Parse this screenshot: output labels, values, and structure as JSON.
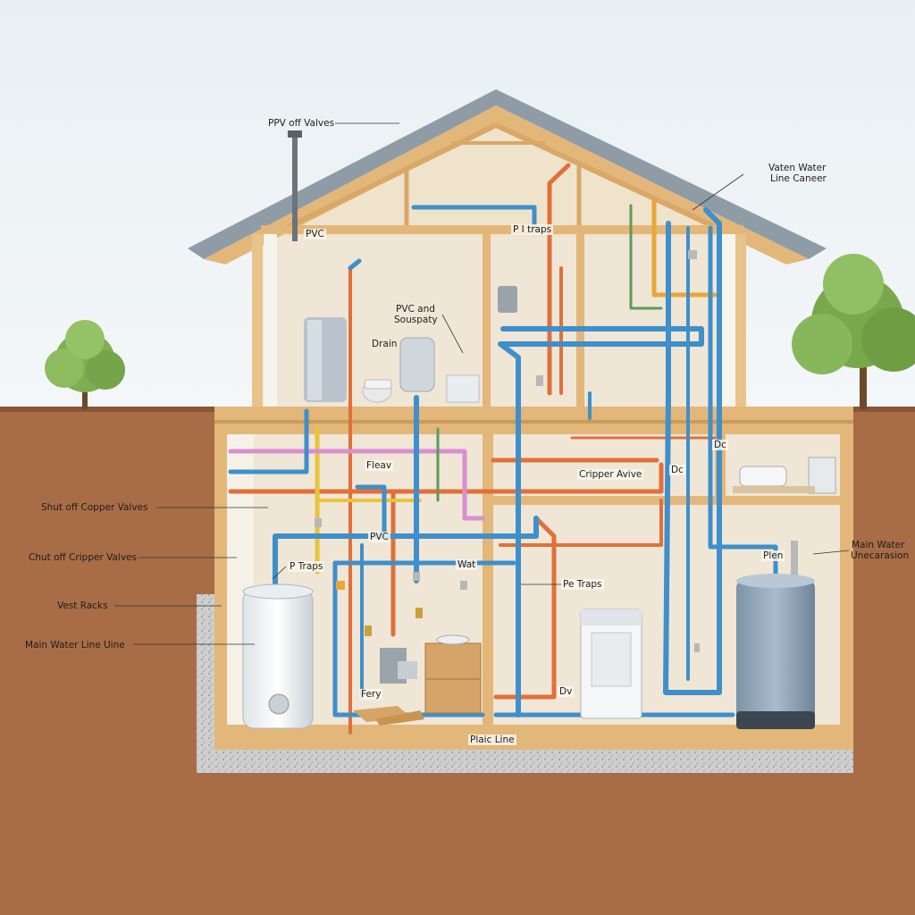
{
  "labels": {
    "pvf_off_valves": "PPV off Valves",
    "vaten_water": "Vaten Water",
    "line_caneer": "Line Caneer",
    "pvc_attic": "PVC",
    "p_traps_attic": "P I traps",
    "pvc_and": "PVC and",
    "souspaty": "Souspaty",
    "drain": "Drain",
    "fleav": "Fleav",
    "cripper_avive": "Cripper Avive",
    "dc_a": "Dc",
    "dc_b": "Dc",
    "shut_off_copper": "Shut off Copper Valves",
    "chut_off_cripper": "Chut off Cripper Valves",
    "pvc_basement": "PVC",
    "p_traps_basement": "P Traps",
    "wat": "Wat",
    "pe_traps": "Pe Traps",
    "main_water": "Main Water",
    "unecarasion": "Unecarasion",
    "plen": "Plen",
    "vest_racks": "Vest Racks",
    "main_water_line": "Main Water Line Uine",
    "fery": "Fery",
    "dv": "Dv",
    "plaic_line": "Plaic Line"
  },
  "colors": {
    "sky": "#eef3f5",
    "soil": "#a86d47",
    "roof": "#8f9ca6",
    "wood": "#e3b77a",
    "wall": "#efe6d6",
    "pipe_blue": "#3f8fcb",
    "pipe_orange": "#e0703a",
    "pipe_yellow": "#e9c33a",
    "pipe_pink": "#d98fd0",
    "pipe_green": "#5f9a5a",
    "gravel": "#c9c9c9"
  }
}
